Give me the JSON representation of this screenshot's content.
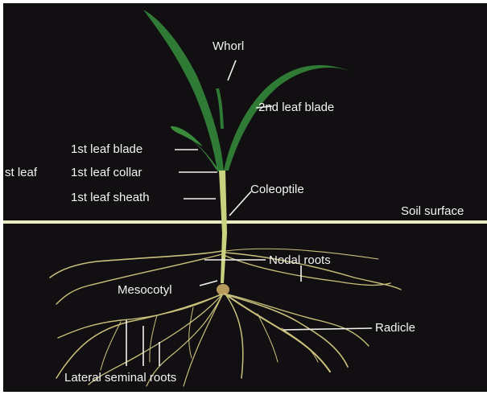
{
  "labels": {
    "whorl": "Whorl",
    "second_leaf_blade": "2nd leaf blade",
    "first_leaf_blade": "1st leaf blade",
    "cut_off_leaf": "st leaf",
    "first_leaf_collar": "1st leaf collar",
    "first_leaf_sheath": "1st leaf sheath",
    "coleoptile": "Coleoptile",
    "soil_surface": "Soil surface",
    "nodal_roots": "Nodal roots",
    "mesocotyl": "Mesocotyl",
    "radicle": "Radicle",
    "lateral_seminal_roots": "Lateral seminal roots"
  },
  "colors": {
    "background": "#120f12",
    "leaf_green": "#2f7a34",
    "stem": "#c9d27f",
    "soil_line": "#e8ecc2",
    "roots": "#c9c07a",
    "seed": "#b89a5c",
    "label_text": "#f4f4f0"
  }
}
